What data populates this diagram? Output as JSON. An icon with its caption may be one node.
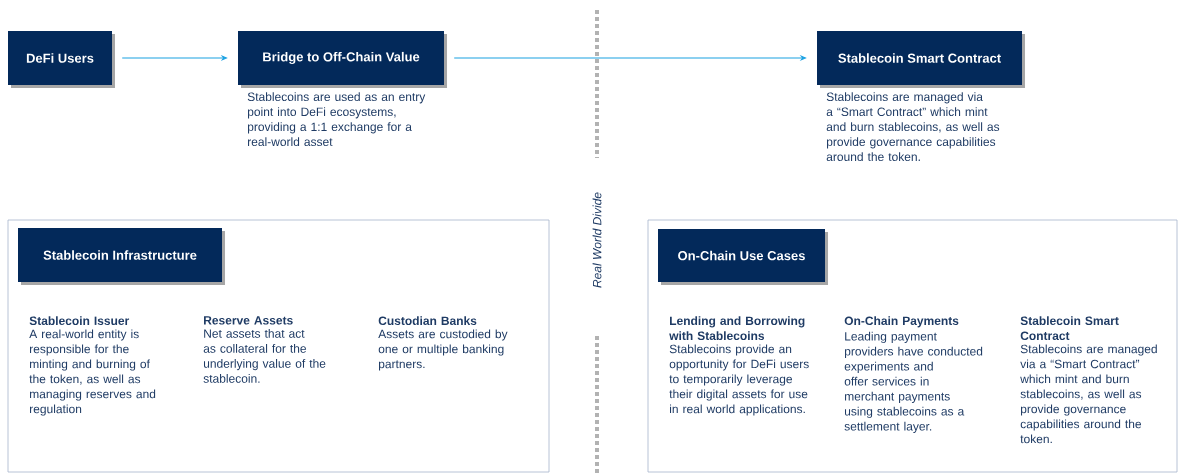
{
  "diagram": {
    "nodes": [
      {
        "text": [
          "DeFi Users"
        ]
      },
      {
        "text": [
          "Bridge to Off-Chain Value"
        ],
        "beside": [
          "Stablecoins are used as an entry point into DeFi ecosystems, providing a 1:1 exchange for a real-world asset"
        ]
      },
      {
        "text": [
          "Stablecoin Smart Contract"
        ],
        "beside": [
          "Stablecoins are managed via a “Smart Contract” which mint and burn stablecoins, as well as provide governance capabilities around the token."
        ]
      },
      {
        "text": [
          "Stablecoin Issuer",
          "A real-world entity is responsible for the minting and burning of the token, as well as managing reserves and regulation",
          "Reserve Assets",
          "Net assets that act as collateral for the underlying value of the stablecoin.",
          "Custodian Banks",
          "Assets are custodied by one or multiple banking partners."
        ]
      },
      {
        "text": [
          "Stablecoin Infrastructure"
        ],
        "in": 3
      },
      {
        "text": [
          "Lending and Borrowing with Stablecoins",
          "Stablecoins provide an opportunity for DeFi users to temporarily leverage their digital assets for use in real world applications.",
          "On-Chain Payments",
          "Leading payment providers have conducted experiments and offer services in merchant payments using stablecoins as a settlement layer.",
          "Stablecoin Smart Contract",
          "Stablecoins are managed via a “Smart Contract” which mint and burn stablecoins, as well as provide governance capabilities around the token."
        ]
      },
      {
        "text": [
          "On-Chain Use Cases"
        ],
        "in": 5
      }
    ],
    "edges": [
      {
        "from": 0,
        "to": 1,
        "arrow": "to"
      },
      {
        "from": 1,
        "to": 2,
        "arrow": "to"
      }
    ],
    "labels": [
      "Real World Divide"
    ]
  }
}
